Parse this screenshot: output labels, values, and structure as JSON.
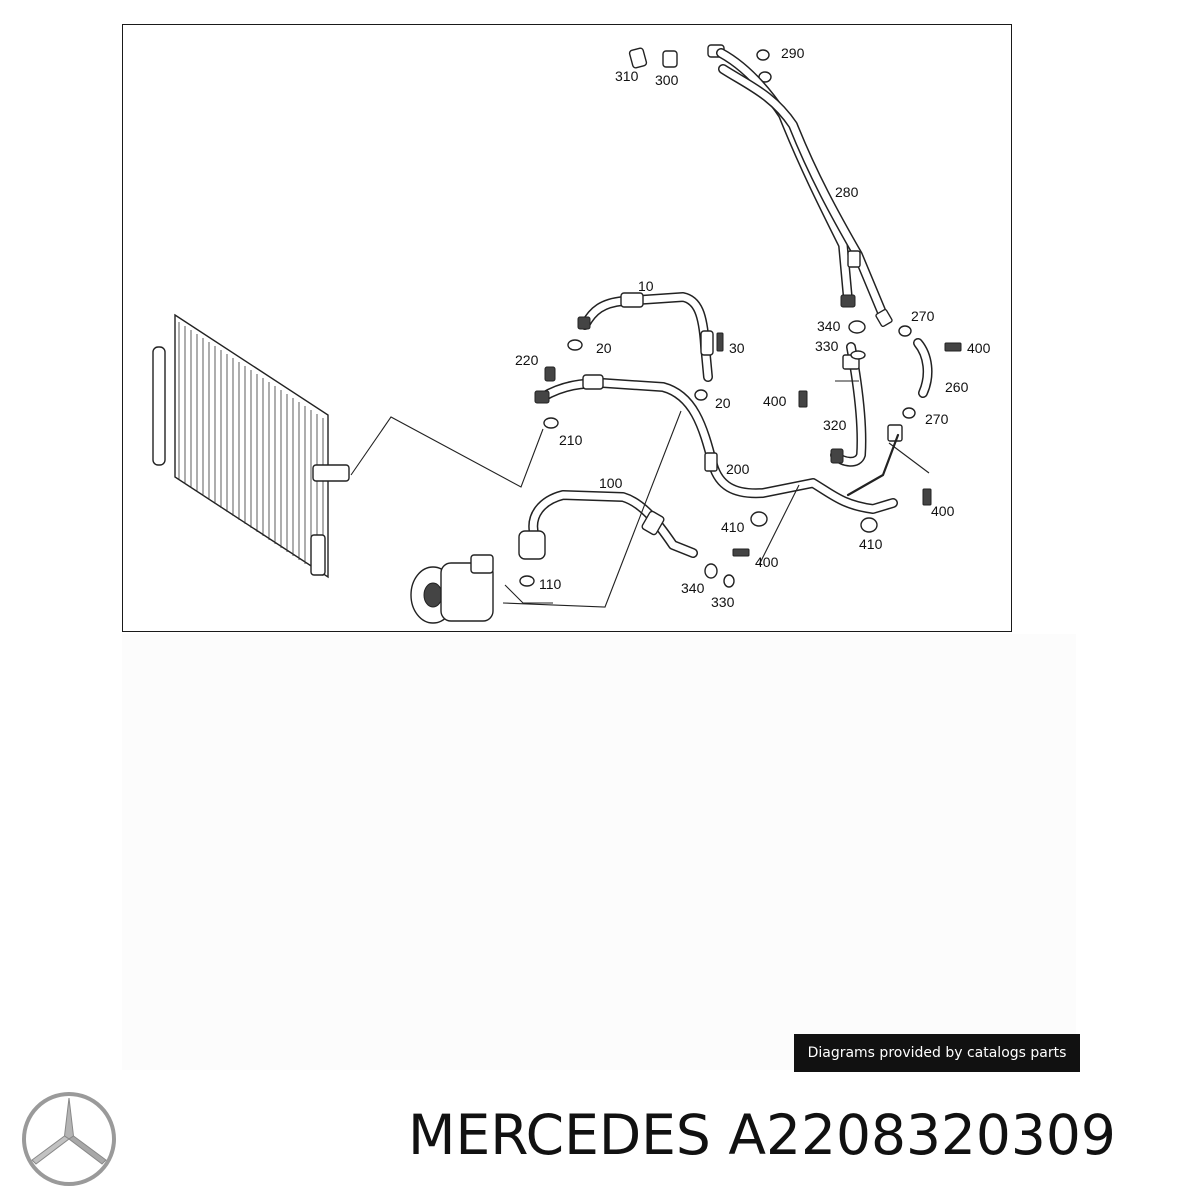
{
  "diagram": {
    "callouts": {
      "c290": "290",
      "c310": "310",
      "c300": "300",
      "c280": "280",
      "c10": "10",
      "c20a": "20",
      "c30": "30",
      "c220": "220",
      "c20b": "20",
      "c210": "210",
      "c340a": "340",
      "c330a": "330",
      "c270a": "270",
      "c400a": "400",
      "c260": "260",
      "c400b": "400",
      "c270b": "270",
      "c320": "320",
      "c200": "200",
      "c400c": "400",
      "c100": "100",
      "c410a": "410",
      "c410b": "410",
      "c400d": "400",
      "c110": "110",
      "c340b": "340",
      "c330b": "330"
    }
  },
  "badge": {
    "text": "Diagrams provided by catalogs parts"
  },
  "product": {
    "brand": "MERCEDES",
    "part_number": "A2208320309"
  }
}
